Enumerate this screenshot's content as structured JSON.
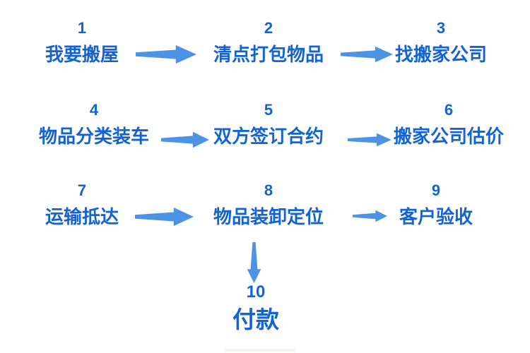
{
  "flowchart": {
    "name": "moving-house-process-flowchart",
    "colors": {
      "text": "#1363d2",
      "arrow": "#4d93e5",
      "background": "#ffffff"
    },
    "steps": [
      {
        "number": "1",
        "label": "我要搬屋"
      },
      {
        "number": "2",
        "label": "清点打包物品"
      },
      {
        "number": "3",
        "label": "找搬家公司"
      },
      {
        "number": "4",
        "label": "物品分类装车"
      },
      {
        "number": "5",
        "label": "双方签订合约"
      },
      {
        "number": "6",
        "label": "搬家公司估价"
      },
      {
        "number": "7",
        "label": "运输抵达"
      },
      {
        "number": "8",
        "label": "物品装卸定位"
      },
      {
        "number": "9",
        "label": "客户验收"
      },
      {
        "number": "10",
        "label": "付款"
      }
    ],
    "connections": [
      {
        "from": "1",
        "to": "2",
        "direction": "right"
      },
      {
        "from": "2",
        "to": "3",
        "direction": "right"
      },
      {
        "from": "4",
        "to": "5",
        "direction": "right"
      },
      {
        "from": "5",
        "to": "6",
        "direction": "right"
      },
      {
        "from": "7",
        "to": "8",
        "direction": "right"
      },
      {
        "from": "8",
        "to": "9",
        "direction": "right"
      },
      {
        "from": "8",
        "to": "10",
        "direction": "down"
      }
    ]
  }
}
